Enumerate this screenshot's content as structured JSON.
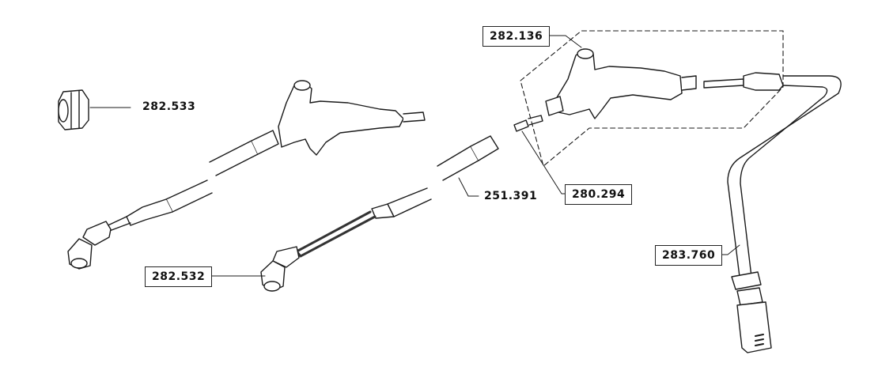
{
  "parts": [
    {
      "id": "nozzle-cap",
      "number": "282.533",
      "boxed": false
    },
    {
      "id": "pistol-grip-assembly",
      "number": "282.136",
      "boxed": true
    },
    {
      "id": "connector-pin",
      "number": "280.294",
      "boxed": true
    },
    {
      "id": "lance-extension",
      "number": "251.391",
      "boxed": false
    },
    {
      "id": "angled-nozzle",
      "number": "282.532",
      "boxed": true
    },
    {
      "id": "hose-tube",
      "number": "283.760",
      "boxed": true
    }
  ],
  "colors": {
    "line": "#1a1a1a",
    "fill": "#ffffff"
  }
}
